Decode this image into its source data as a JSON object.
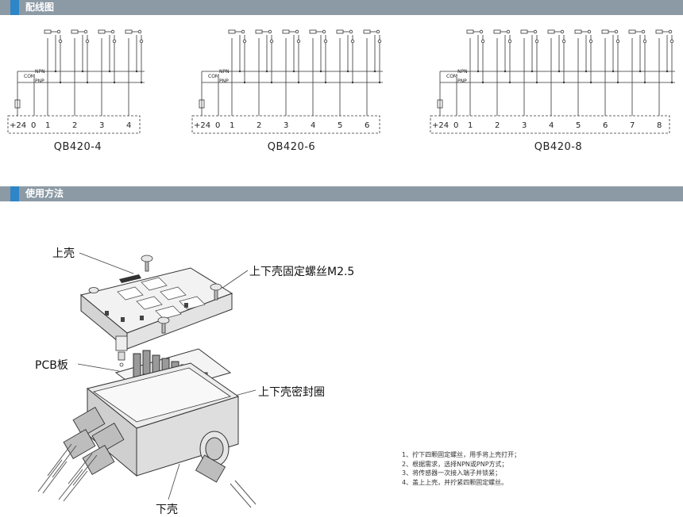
{
  "sections": {
    "wiring_title": "配线图",
    "usage_title": "使用方法"
  },
  "wiring": {
    "common_labels": {
      "npn": "NPN",
      "com": "COM",
      "pnp": "PNP",
      "plus24": "+24",
      "zero": "0"
    },
    "diagrams": [
      {
        "model": "QB420-4",
        "terminals": [
          "1",
          "2",
          "3",
          "4"
        ]
      },
      {
        "model": "QB420-6",
        "terminals": [
          "1",
          "2",
          "3",
          "4",
          "5",
          "6"
        ]
      },
      {
        "model": "QB420-8",
        "terminals": [
          "1",
          "2",
          "3",
          "4",
          "5",
          "6",
          "7",
          "8"
        ]
      }
    ]
  },
  "usage": {
    "callouts": {
      "upper_shell": "上壳",
      "screw": "上下壳固定螺丝M2.5",
      "pcb": "PCB板",
      "seal": "上下壳密封圈",
      "lower_shell": "下壳"
    },
    "steps": [
      "1、拧下四颗固定螺丝，用手将上壳打开；",
      "2、根据需求，选择NPN或PNP方式；",
      "3、将传感器一次接入端子并锁紧；",
      "4、盖上上壳，并拧紧四颗固定螺丝。"
    ]
  },
  "colors": {
    "section_bar": "#8c9aa5",
    "section_accent": "#2e86c8",
    "line": "#333333"
  }
}
